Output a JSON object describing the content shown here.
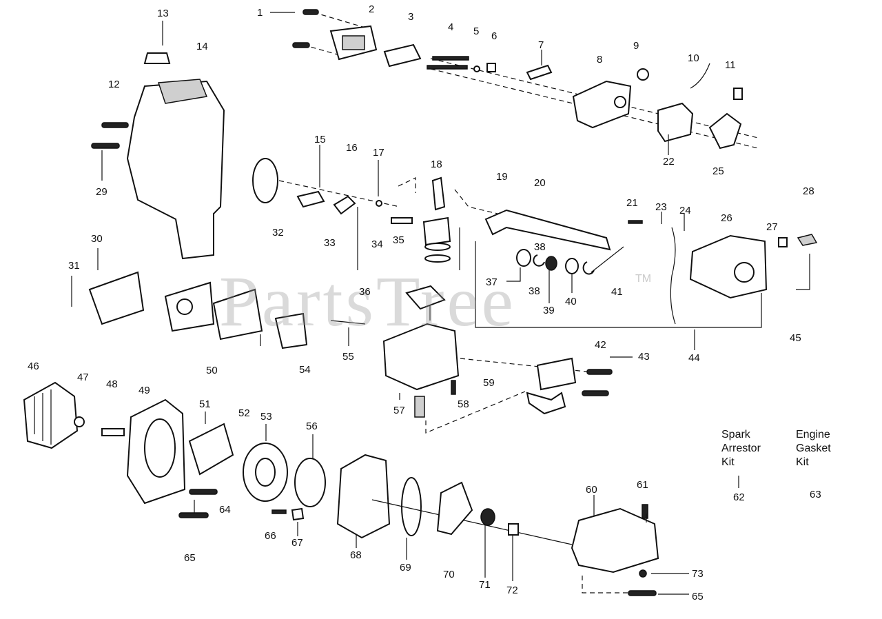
{
  "watermark": {
    "text": "PartsTree",
    "tm": "TM"
  },
  "callouts": [
    "1",
    "2",
    "3",
    "4",
    "5",
    "6",
    "7",
    "8",
    "9",
    "10",
    "11",
    "12",
    "13",
    "14",
    "15",
    "16",
    "17",
    "18",
    "19",
    "20",
    "21",
    "22",
    "23",
    "24",
    "25",
    "26",
    "27",
    "28",
    "29",
    "30",
    "31",
    "32",
    "33",
    "34",
    "35",
    "36",
    "37",
    "38",
    "38",
    "39",
    "40",
    "41",
    "42",
    "43",
    "44",
    "45",
    "46",
    "47",
    "48",
    "49",
    "50",
    "51",
    "52",
    "53",
    "54",
    "55",
    "56",
    "57",
    "58",
    "59",
    "60",
    "61",
    "62",
    "63",
    "64",
    "65",
    "65",
    "66",
    "67",
    "68",
    "69",
    "70",
    "71",
    "72",
    "73"
  ],
  "kits": {
    "spark_arrestor": "Spark\nArrestor\nKit",
    "engine_gasket": "Engine\nGasket\nKit"
  }
}
